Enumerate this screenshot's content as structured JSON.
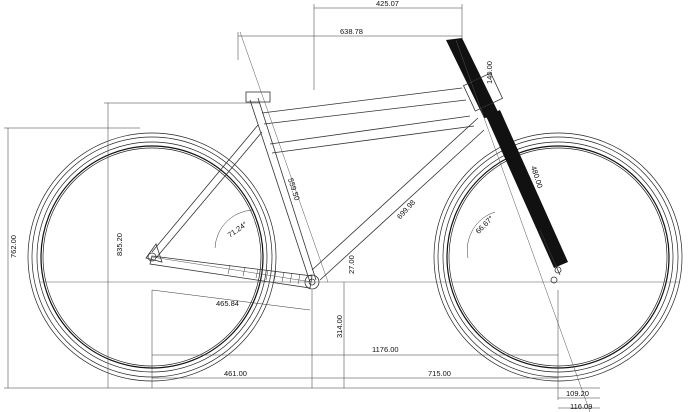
{
  "dimensions": {
    "top_overall": "425.07",
    "top_reach": "638.78",
    "head_tube_len": "140.00",
    "seat_tube_len": "559.50",
    "seat_angle": "71.24°",
    "down_tube_len": "699.98",
    "fork_len": "480.00",
    "head_angle": "66.67°",
    "bb_offset_small": "27.00",
    "chainstay": "465.84",
    "stack": "835.20",
    "overall_height": "762.00",
    "bb_height": "314.00",
    "wheelbase": "1176.00",
    "rear_center": "461.00",
    "front_center": "715.00",
    "offset_a": "109.20",
    "offset_b": "116.09"
  },
  "colors": {
    "line": "#222222",
    "fork": "#111111",
    "background": "#ffffff"
  }
}
